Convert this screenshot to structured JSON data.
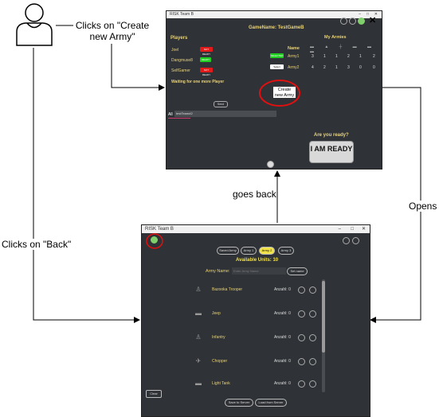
{
  "labels": {
    "clicks_create": "Clicks on \"Create new Army\"",
    "goes_back": "goes back",
    "opens": "Opens",
    "clicks_back": "Clicks on \"Back\""
  },
  "lobby": {
    "window_title": "RISK Team B",
    "game_name": "GameName: TestGameB",
    "players_heading": "Players",
    "players": [
      {
        "name": "Joel",
        "status": "NOT READY",
        "color": "#e21a1a"
      },
      {
        "name": "Dangmuse8",
        "status": "READY",
        "color": "#1fcf1f"
      },
      {
        "name": "SelfGamer",
        "status": "NOT READY",
        "color": "#e21a1a"
      }
    ],
    "waiting_text": "Waiting for one more Player",
    "my_armies_heading": "My Armies",
    "armies_col_name": "Name",
    "armies": [
      {
        "tag": "SELECTED",
        "name": "Army1",
        "values": [
          "3",
          "1",
          "1",
          "2",
          "1",
          "2"
        ]
      },
      {
        "tag": "Select",
        "name": "Army2",
        "values": [
          "4",
          "2",
          "1",
          "3",
          "0",
          "0"
        ]
      }
    ],
    "create_button": "Create new Army",
    "chat_tab": "All",
    "chat_input_value": "testTeam#2",
    "send_label": "Send",
    "ready_question": "Are you ready?",
    "ready_button": "I AM READY"
  },
  "armybuilder": {
    "window_title": "RISK Team B",
    "tabs": [
      "Saved Army",
      "Army 1",
      "Army 2",
      "Army 3"
    ],
    "available_units": "Available Units: 10",
    "army_name_label": "Army Name:",
    "army_name_placeholder": "Enter Army Name",
    "set_name_label": "Set name",
    "units": [
      {
        "name": "Bazooka Trooper",
        "avail": "Anzahl: 0"
      },
      {
        "name": "Jeep",
        "avail": "Anzahl: 0"
      },
      {
        "name": "Infantry",
        "avail": "Anzahl: 0"
      },
      {
        "name": "Chopper",
        "avail": "Anzahl: 0"
      },
      {
        "name": "Light Tank",
        "avail": "Anzahl: 0"
      }
    ],
    "clear_label": "Clear",
    "save_server": "Save to Server",
    "load_server": "Load from Server"
  }
}
